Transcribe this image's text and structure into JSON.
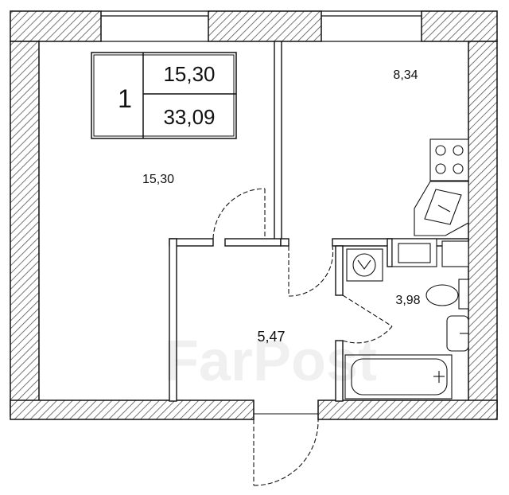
{
  "plan": {
    "summary": {
      "rooms_count": "1",
      "living_area": "15,30",
      "total_area": "33,09"
    },
    "rooms": [
      {
        "id": "living-room",
        "area": "15,30"
      },
      {
        "id": "kitchen",
        "area": "8,34"
      },
      {
        "id": "hallway",
        "area": "5,47"
      },
      {
        "id": "bathroom",
        "area": "3,98"
      }
    ],
    "watermark": "FarPost"
  }
}
